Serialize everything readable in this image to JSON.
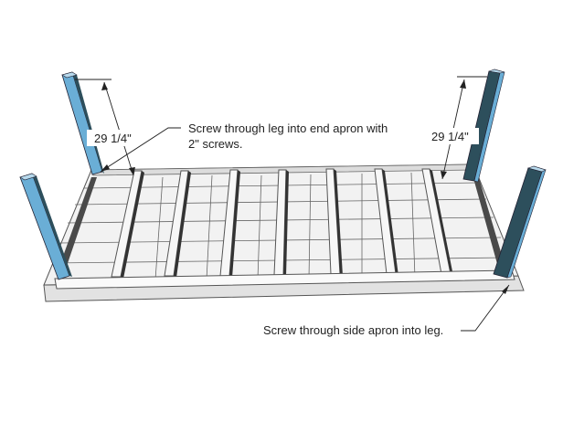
{
  "annotations": {
    "end_apron_line1": "Screw through leg into end apron with",
    "end_apron_line2": "2\" screws.",
    "side_apron": "Screw through side apron into leg."
  },
  "dimensions": {
    "left_leg": "29 1/4\"",
    "right_leg": "29 1/4\""
  },
  "colors": {
    "leg_light": "#6aaed6",
    "leg_dark": "#2d4f5c",
    "board": "#f2f2f2",
    "top_edge": "#d8d8d8",
    "apron_shadow": "#555555"
  }
}
